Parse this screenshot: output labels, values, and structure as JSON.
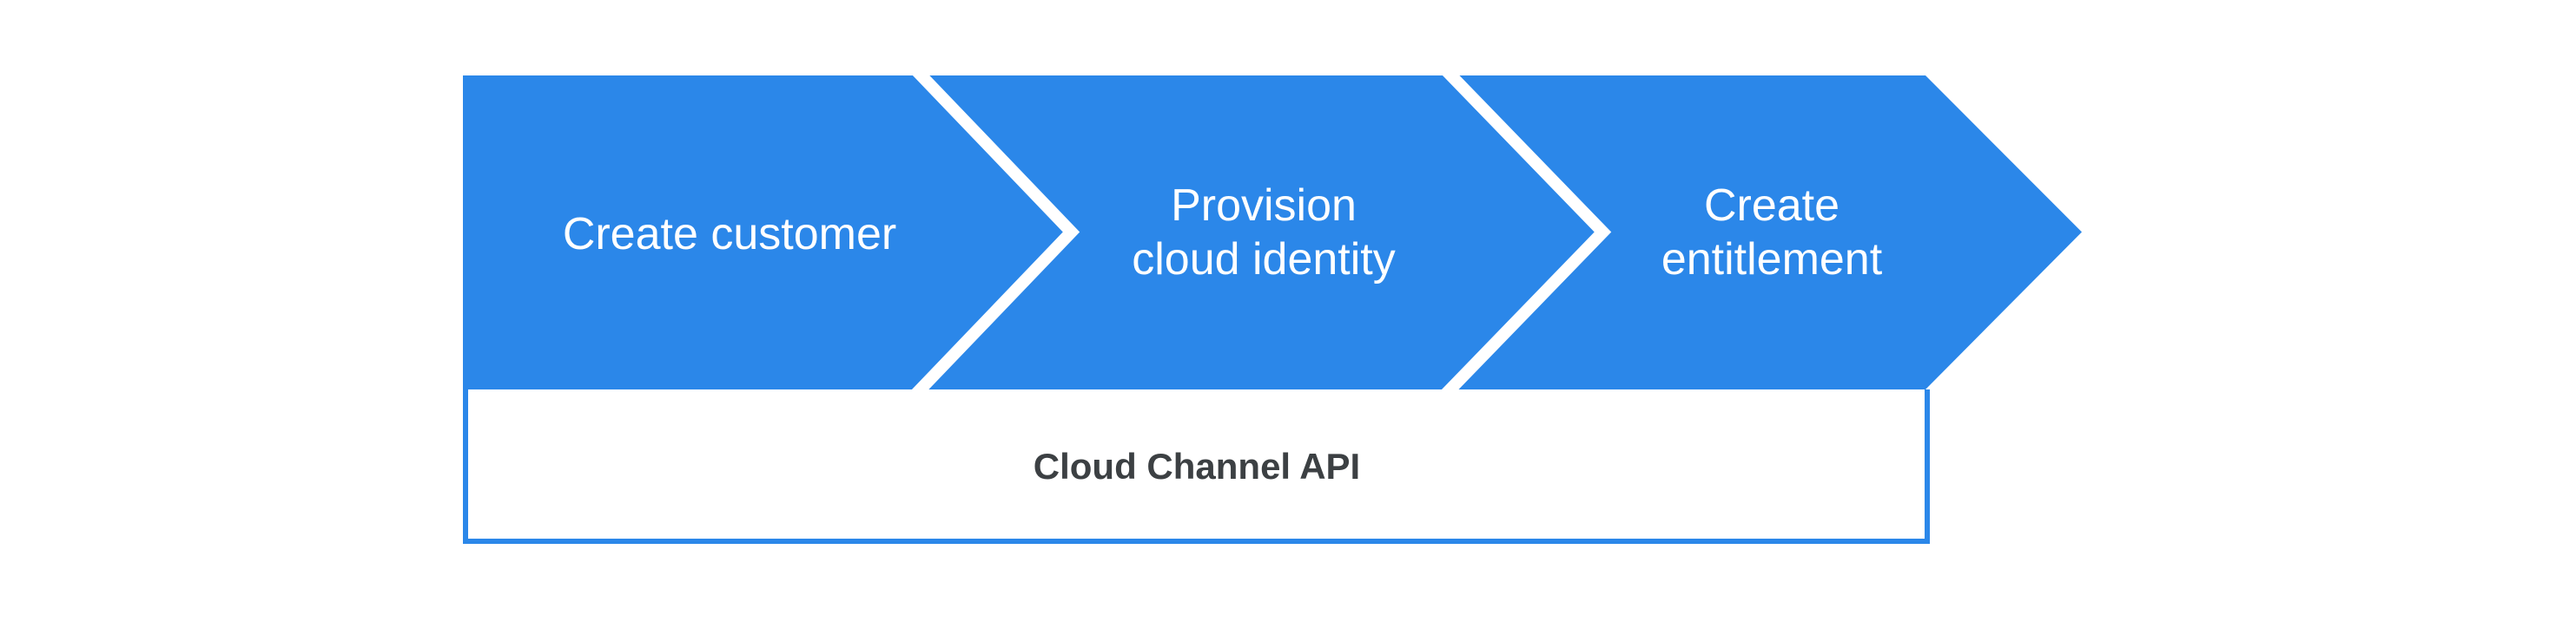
{
  "diagram": {
    "steps": [
      {
        "label": "Create customer"
      },
      {
        "label": "Provision\ncloud identity"
      },
      {
        "label": "Create\nentitlement"
      }
    ],
    "api_bar": {
      "label": "Cloud Channel API"
    },
    "colors": {
      "arrow_blue": "#2b87e9",
      "separator_white": "#ffffff",
      "box_border_blue": "#2b87e9",
      "box_fill": "#ffffff",
      "step_text": "#ffffff",
      "api_text": "#3c4043"
    }
  }
}
